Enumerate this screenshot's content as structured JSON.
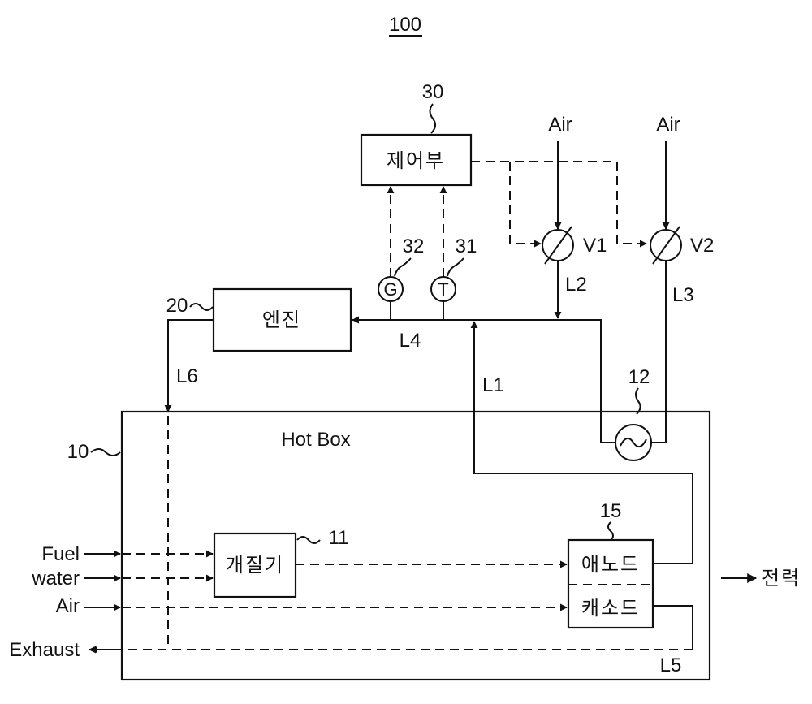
{
  "figure_number": "100",
  "hot_box": {
    "ref": "10",
    "label": "Hot Box"
  },
  "controller": {
    "ref": "30",
    "label": "제어부"
  },
  "engine": {
    "ref": "20",
    "label": "엔진"
  },
  "reformer": {
    "ref": "11",
    "label": "개질기"
  },
  "cell": {
    "ref": "15",
    "anode": "애노드",
    "cathode": "캐소드"
  },
  "heat_exchanger": {
    "ref": "12"
  },
  "sensors": [
    {
      "ref": "32",
      "symbol": "G"
    },
    {
      "ref": "31",
      "symbol": "T"
    }
  ],
  "valves": [
    {
      "label": "V1",
      "air": "Air"
    },
    {
      "label": "V2",
      "air": "Air"
    }
  ],
  "lines": {
    "l1": "L1",
    "l2": "L2",
    "l3": "L3",
    "l4": "L4",
    "l5": "L5",
    "l6": "L6"
  },
  "inputs": {
    "fuel": "Fuel",
    "water": "water",
    "air": "Air"
  },
  "outputs": {
    "exhaust": "Exhaust",
    "power": "전력"
  }
}
